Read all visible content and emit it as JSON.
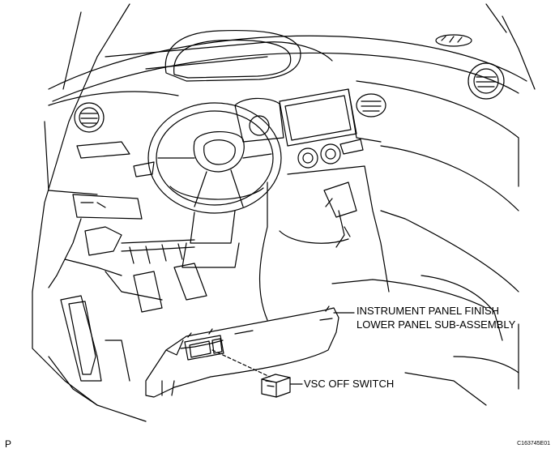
{
  "callouts": {
    "instrument_panel_line1": "INSTRUMENT PANEL FINISH",
    "instrument_panel_line2": "LOWER PANEL SUB-ASSEMBLY",
    "vsc_off_switch": "VSC OFF SWITCH"
  },
  "corner_marks": {
    "left": "P",
    "right": "C163745E01"
  },
  "colors": {
    "line": "#000000",
    "background": "#ffffff"
  }
}
